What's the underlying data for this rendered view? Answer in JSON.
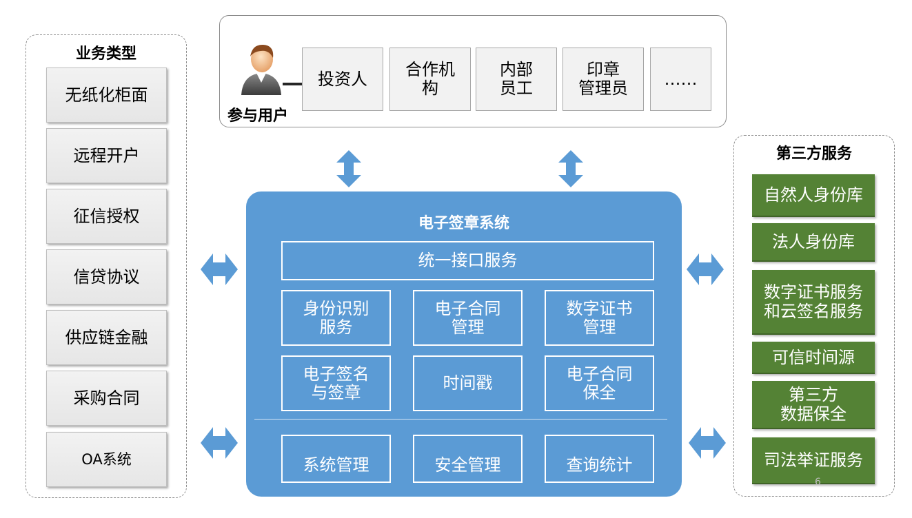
{
  "business": {
    "title": "业务类型",
    "items": [
      "无纸化柜面",
      "远程开户",
      "征信授权",
      "信贷协议",
      "供应链金融",
      "采购合同",
      "OA系统"
    ]
  },
  "users": {
    "label": "参与用户",
    "items": [
      "投资人",
      "合作机\n构",
      "内部\n员工",
      "印章\n管理员",
      "……"
    ]
  },
  "system": {
    "title": "电子签章系统",
    "interface": "统一接口服务",
    "modules": [
      "身份识别\n服务",
      "电子合同\n管理",
      "数字证书\n管理",
      "电子签名\n与签章",
      "时间戳",
      "电子合同\n保全"
    ],
    "management": [
      "系统管理",
      "安全管理",
      "查询统计"
    ]
  },
  "third_party": {
    "title": "第三方服务",
    "items": [
      "自然人身份库",
      "法人身份库",
      "数字证书服务\n和云签名服务",
      "可信时间源",
      "第三方\n数据保全",
      "司法举证服务"
    ]
  },
  "page_number": "6",
  "colors": {
    "system_blue": "#5b9bd5",
    "third_party_green": "#548235",
    "arrow_blue": "#5b9bd5"
  }
}
